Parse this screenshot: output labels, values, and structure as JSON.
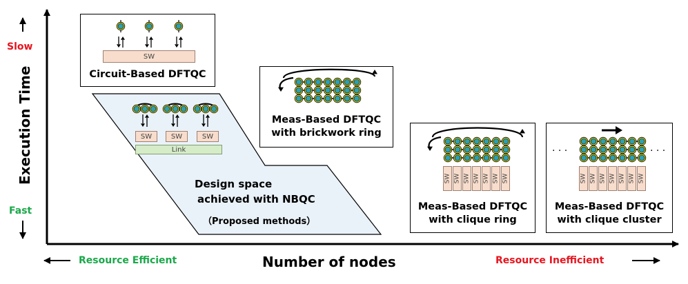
{
  "axes": {
    "y_label": "Execution Time",
    "x_label": "Number of nodes",
    "slow": "Slow",
    "fast": "Fast",
    "resource_efficient": "Resource Efficient",
    "resource_inefficient": "Resource Inefficient"
  },
  "colors": {
    "green": "#1aa84a",
    "red": "#e8141e",
    "qubit_fill": "#2f9fb0",
    "qubit_ring": "#d7d51e",
    "sw_fill": "#f8ddcc",
    "link_fill": "#d6ecc9",
    "region_fill": "#eaf2f9"
  },
  "circuit_based": {
    "caption": "Circuit-Based DFTQC",
    "sw": "SW"
  },
  "nbqc": {
    "sw": [
      "SW",
      "SW",
      "SW"
    ],
    "link": "Link",
    "title_line1": "Design space",
    "title_line2": "achieved with NBQC",
    "subtitle": "（Proposed methods）"
  },
  "brickwork": {
    "caption_line1": "Meas-Based DFTQC",
    "caption_line2": "with brickwork ring"
  },
  "clique_ring": {
    "caption_line1": "Meas-Based DFTQC",
    "caption_line2": "with clique ring",
    "sw": "SW"
  },
  "clique_cluster": {
    "caption_line1": "Meas-Based DFTQC",
    "caption_line2": "with clique cluster",
    "sw": "SW",
    "dots": ". . ."
  }
}
